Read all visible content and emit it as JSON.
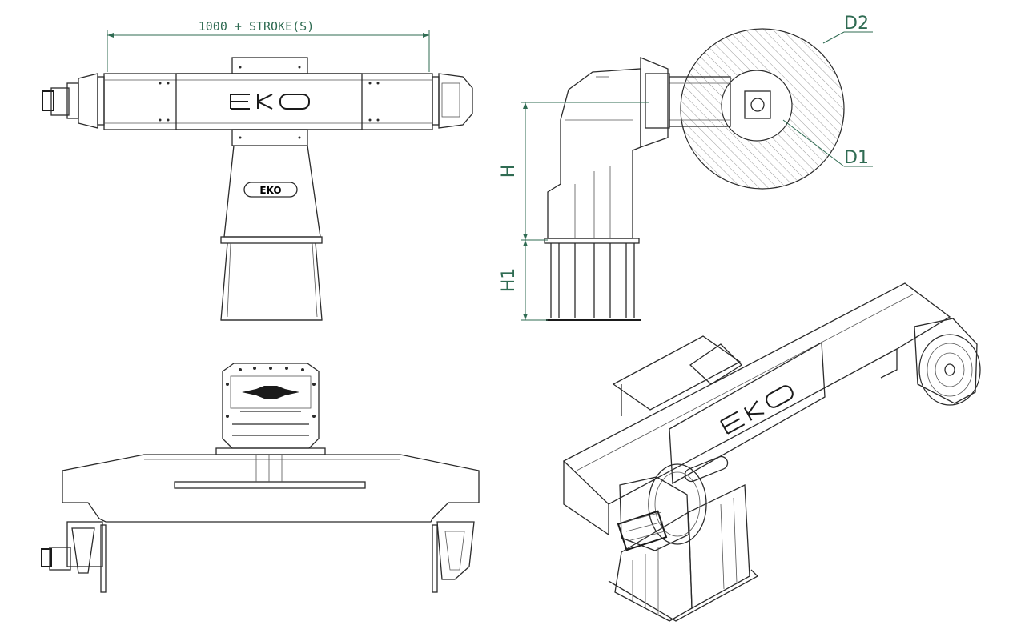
{
  "dimensions": {
    "stroke_label": "1000 + STROKE(S)",
    "h": "H",
    "h1": "H1",
    "d1": "D1",
    "d2": "D2"
  },
  "brand": {
    "logo_text": "EKO"
  },
  "colors": {
    "dimension": "#2f6b52",
    "line": "#2b2b2b",
    "background": "#ffffff"
  }
}
